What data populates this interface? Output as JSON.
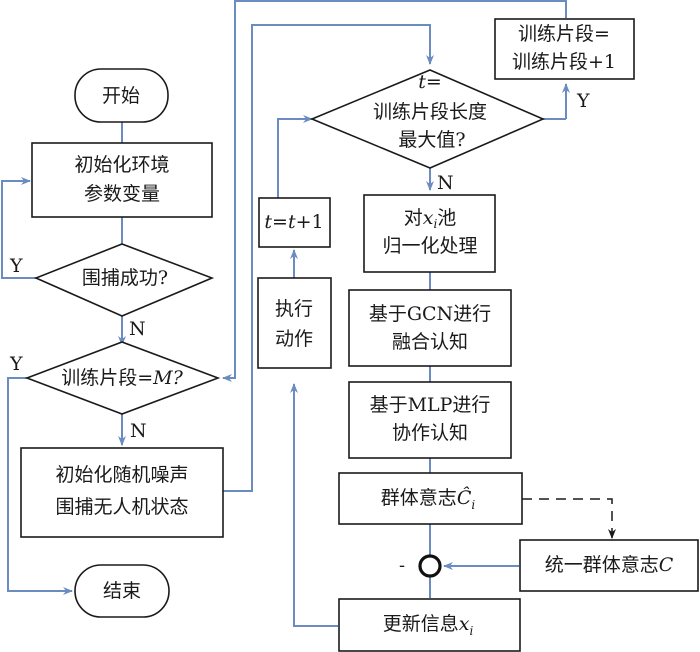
{
  "diagram": {
    "nodes": {
      "start": {
        "label": "开始"
      },
      "init_env": {
        "lines": [
          "初始化环境",
          "参数变量"
        ]
      },
      "capture_success": {
        "label": "围捕成功?"
      },
      "episode_eq_m": {
        "prefix": "训练片段=",
        "var": "M",
        "suffix": "?"
      },
      "init_noise": {
        "lines": [
          "初始化随机噪声",
          "围捕无人机状态"
        ]
      },
      "end": {
        "label": "结束"
      },
      "t_check": {
        "line1": "t=",
        "line2": "训练片段长度",
        "line3": "最大值?"
      },
      "episode_inc": {
        "lines": [
          "训练片段=",
          "训练片段+1"
        ]
      },
      "t_inc": {
        "t1": "t",
        "eq": "=",
        "t2": "t",
        "plus": "+1"
      },
      "execute": {
        "lines": [
          "执行",
          "动作"
        ]
      },
      "normalize": {
        "line1_prefix": "对",
        "var": "x",
        "sub": "i",
        "line1_suffix": "池",
        "line2": "归一化处理"
      },
      "gcn": {
        "lines": [
          "基于GCN进行",
          "融合认知"
        ]
      },
      "mlp": {
        "lines": [
          "基于MLP进行",
          "协作认知"
        ]
      },
      "group_will": {
        "prefix": "群体意志",
        "var": "Ĉ",
        "sub": "i"
      },
      "unified_will": {
        "prefix": "统一群体意志",
        "var": "C"
      },
      "sum_junction": {
        "sign": "-"
      },
      "update": {
        "prefix": "更新信息",
        "var": "x",
        "sub": "i"
      }
    },
    "edge_labels": {
      "capture_yes": "Y",
      "capture_no": "N",
      "episode_yes": "Y",
      "episode_no": "N",
      "t_yes": "Y",
      "t_no": "N"
    },
    "colors": {
      "flow_line": "#6b8cc0",
      "box_stroke": "#1a1a1a"
    }
  }
}
